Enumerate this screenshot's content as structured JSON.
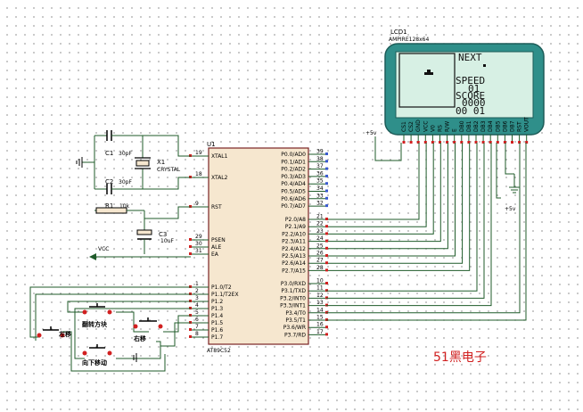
{
  "lcd": {
    "ref": "LCD1",
    "model": "AMPIRE128x64",
    "lines": [
      "NEXT",
      "SPEED",
      "01",
      "SCORE",
      "0000",
      "00 01"
    ],
    "pins": [
      "CS1",
      "CS2",
      "GND",
      "VCC",
      "V0",
      "RS",
      "R/W",
      "E",
      "DB0",
      "DB1",
      "DB2",
      "DB3",
      "DB4",
      "DB5",
      "DB6",
      "DB7",
      "RST",
      "VOUT"
    ]
  },
  "power": {
    "vplus_left": "+5v",
    "vplus_right": "+5v",
    "vcc": "VCC"
  },
  "crystal": {
    "ref": "X1",
    "desc": "CRYSTAL",
    "c1": "C1",
    "c1_val": "30pF",
    "c2": "C2",
    "c2_val": "30pF"
  },
  "reset": {
    "r1": "R1",
    "r1_val": "10k",
    "c3": "C3",
    "c3_val": "10uF"
  },
  "mcu": {
    "ref": "U1",
    "part": "AT89C52",
    "left_pins": [
      {
        "num": "19",
        "name": "XTAL1"
      },
      {
        "num": "18",
        "name": "XTAL2"
      },
      {
        "num": "9",
        "name": "RST"
      },
      {
        "num": "29",
        "name": "PSEN"
      },
      {
        "num": "30",
        "name": "ALE"
      },
      {
        "num": "31",
        "name": "EA"
      },
      {
        "num": "1",
        "name": "P1.0/T2"
      },
      {
        "num": "2",
        "name": "P1.1/T2EX"
      },
      {
        "num": "3",
        "name": "P1.2"
      },
      {
        "num": "4",
        "name": "P1.3"
      },
      {
        "num": "5",
        "name": "P1.4"
      },
      {
        "num": "6",
        "name": "P1.5"
      },
      {
        "num": "7",
        "name": "P1.6"
      },
      {
        "num": "8",
        "name": "P1.7"
      }
    ],
    "right_pins": [
      {
        "num": "39",
        "name": "P0.0/AD0"
      },
      {
        "num": "38",
        "name": "P0.1/AD1"
      },
      {
        "num": "37",
        "name": "P0.2/AD2"
      },
      {
        "num": "36",
        "name": "P0.3/AD3"
      },
      {
        "num": "35",
        "name": "P0.4/AD4"
      },
      {
        "num": "34",
        "name": "P0.5/AD5"
      },
      {
        "num": "33",
        "name": "P0.6/AD6"
      },
      {
        "num": "32",
        "name": "P0.7/AD7"
      },
      {
        "num": "21",
        "name": "P2.0/A8"
      },
      {
        "num": "22",
        "name": "P2.1/A9"
      },
      {
        "num": "23",
        "name": "P2.2/A10"
      },
      {
        "num": "24",
        "name": "P2.3/A11"
      },
      {
        "num": "25",
        "name": "P2.4/A12"
      },
      {
        "num": "26",
        "name": "P2.5/A13"
      },
      {
        "num": "27",
        "name": "P2.6/A14"
      },
      {
        "num": "28",
        "name": "P2.7/A15"
      },
      {
        "num": "10",
        "name": "P3.0/RXD"
      },
      {
        "num": "11",
        "name": "P3.1/TXD"
      },
      {
        "num": "12",
        "name": "P3.2/INT0"
      },
      {
        "num": "13",
        "name": "P3.3/INT1"
      },
      {
        "num": "14",
        "name": "P3.4/T0"
      },
      {
        "num": "15",
        "name": "P3.5/T1"
      },
      {
        "num": "16",
        "name": "P3.6/WR"
      },
      {
        "num": "17",
        "name": "P3.7/RD"
      }
    ]
  },
  "buttons": {
    "rotate": "翻转方块",
    "left": "左移",
    "right": "右移",
    "down": "向下移动"
  },
  "brand": "51黑电子"
}
